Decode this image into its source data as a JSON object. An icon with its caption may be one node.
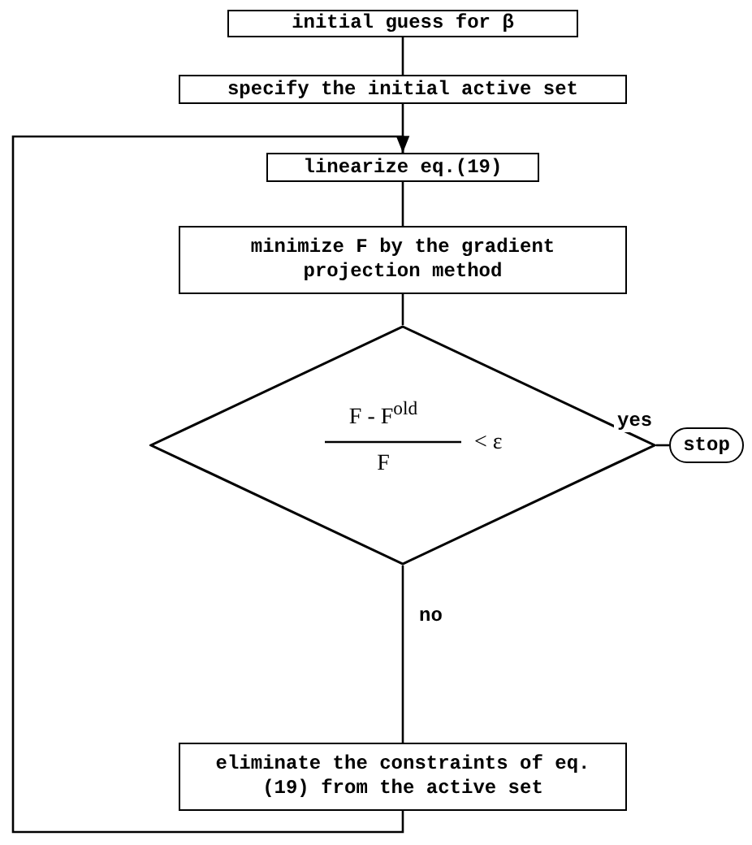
{
  "diagram": {
    "nodes": [
      {
        "text": [
          "initial guess for β"
        ]
      },
      {
        "text": [
          "specify the initial active set"
        ]
      },
      {
        "text": [
          "linearize eq.(19)"
        ]
      },
      {
        "text": [
          "minimize F by the gradient projection method"
        ]
      },
      {
        "text": [
          "F - F$^{old}$",
          "F",
          "< ε"
        ]
      },
      {
        "text": [
          "stop"
        ]
      },
      {
        "text": [
          "eliminate the constraints of eq.(19) from the active set"
        ]
      }
    ],
    "edges": [
      {
        "from": 0,
        "to": 1,
        "arrow": "none"
      },
      {
        "from": 1,
        "to": 2,
        "arrow": "none"
      },
      {
        "from": 2,
        "to": 3,
        "arrow": "none"
      },
      {
        "from": 3,
        "to": 4,
        "arrow": "none"
      },
      {
        "from": 4,
        "to": 5,
        "arrow": "none",
        "label": "yes"
      },
      {
        "from": 4,
        "to": 6,
        "arrow": "none",
        "label": "no"
      },
      {
        "from": 6,
        "to": 2,
        "arrow": "to"
      }
    ]
  }
}
